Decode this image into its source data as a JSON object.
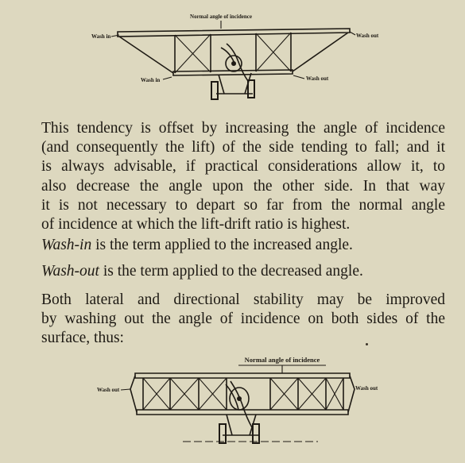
{
  "figure_top": {
    "title": "Normal angle of incidence",
    "label_left_top": "Wash in",
    "label_right_top": "Wash out",
    "label_left_bottom": "Wash in",
    "label_right_bottom": "Wash out"
  },
  "paragraph1": {
    "lines": [
      "This tendency is offset by increasing the angle of incidence",
      "(and consequently the lift) of the side tending to fall; and it",
      "is always advisable, if practical considerations allow it, to",
      "also decrease the angle upon the other side.  In that way",
      "it is not necessary to depart so far from the normal angle",
      "of incidence at which the lift-drift ratio is highest."
    ]
  },
  "paragraph2": {
    "term": "Wash-in",
    "rest": " is the term applied to the increased angle."
  },
  "paragraph3": {
    "term": "Wash-out",
    "rest": " is the term applied to the decreased angle."
  },
  "paragraph4": {
    "lines": [
      "Both lateral and directional stability may be improved",
      "by washing out the angle of incidence on both sides of the",
      "surface, thus:"
    ]
  },
  "figure_bottom": {
    "title": "Normal angle of incidence",
    "label_left": "Wash out",
    "label_right": "Wash out"
  }
}
